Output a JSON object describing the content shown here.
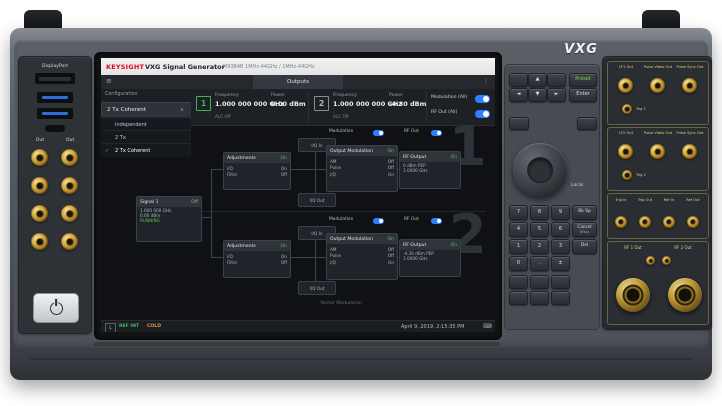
{
  "colors": {
    "brand_red": "#e4002b",
    "accent_green": "#3db24f",
    "toggle_blue": "#2f80ff",
    "warn_orange": "#e09a3e",
    "chassis_gray": "#4d525a"
  },
  "device": {
    "chassis_badge": "VXG"
  },
  "left_panel": {
    "displayport_label": "DisplayPort",
    "out_label_1": "Out",
    "out_label_2": "Out"
  },
  "screen": {
    "titlebar": {
      "brand": "KEYSIGHT",
      "title": "VXG Signal Generator",
      "model": "M9384B    1MHz-44GHz / 1MHz-44GHz"
    },
    "topbar": {
      "menu_icon": "≡",
      "tab": "Outputs",
      "more_icon": "⋮"
    },
    "channels": [
      {
        "num": "1",
        "frequency_label": "Frequency",
        "frequency": "1.000 000 000 GHz",
        "power_label": "Power",
        "power": "0.00 dBm",
        "flags": "ALC Off"
      },
      {
        "num": "2",
        "frequency_label": "Frequency",
        "frequency": "1.000 000 000 GHz",
        "power_label": "Power",
        "power": "-4.30 dBm",
        "flags": "ALC Off"
      }
    ],
    "master": {
      "modulation_label": "Modulation (All)",
      "rfout_label": "RF Out (All)"
    },
    "config": {
      "heading": "Configuration",
      "selected": "2 Tx Coherent",
      "chevron": "∧",
      "check_glyph": "✓",
      "options": [
        "Independent",
        "2 Tx",
        "2 Tx Coherent"
      ]
    },
    "diagram": {
      "signal": {
        "title": "Signal 1",
        "state": "Off",
        "line1": "1.000 000 GHz",
        "line2": "0.00 dBm",
        "status": "RUNNING"
      },
      "rows": [
        {
          "modulation_label": "Modulation",
          "rfout_label": "RF Out",
          "iq_in": "I/Q In",
          "iq_out": "I/Q Out",
          "adj_title": "Adjustments",
          "adj_state": "On",
          "adj_l1k": "I/Q",
          "adj_l1v": "On",
          "adj_l2k": "Filter",
          "adj_l2v": "Off",
          "om_title": "Output Modulation",
          "om_state": "On",
          "om_l1k": "AM",
          "om_l1v": "Off",
          "om_l2k": "Pulse",
          "om_l2v": "Off",
          "om_l3k": "I/Q",
          "om_l3v": "On",
          "rf_title": "RF Output",
          "rf_state": "On",
          "rf_l1": "0 dBm PEP",
          "rf_l2": "1.0000 GHz",
          "watermark": "1"
        },
        {
          "modulation_label": "Modulation",
          "rfout_label": "RF Out",
          "iq_in": "I/Q In",
          "iq_out": "I/Q Out",
          "adj_title": "Adjustments",
          "adj_state": "On",
          "adj_l1k": "I/Q",
          "adj_l1v": "On",
          "adj_l2k": "Filter",
          "adj_l2v": "Off",
          "om_title": "Output Modulation",
          "om_state": "On",
          "om_l1k": "AM",
          "om_l1v": "Off",
          "om_l2k": "Pulse",
          "om_l2v": "Off",
          "om_l3k": "I/Q",
          "om_l3v": "On",
          "rf_title": "RF Output",
          "rf_state": "On",
          "rf_l1": "-4.30 dBm PEP",
          "rf_l2": "1.0000 GHz",
          "watermark": "2"
        }
      ],
      "caption": "Vector Modulation"
    },
    "statusbar": {
      "mode": "L",
      "ref": "REF INT",
      "temp": "COLD",
      "datetime": "April 9, 2019, 2:15:35 PM",
      "keyboard_icon": "⌨"
    }
  },
  "keypad": {
    "nav": [
      "",
      "▲",
      "",
      "◄",
      "▼",
      "►"
    ],
    "preset_label": "Preset",
    "enter_label": "Enter",
    "local_label": "Local",
    "side_left": "",
    "side_right": "",
    "digits": [
      "7",
      "8",
      "9",
      "4",
      "5",
      "6",
      "1",
      "2",
      "3",
      "0",
      ".",
      "±"
    ],
    "bksp_label": "Bk Sp",
    "cancel_label": "Cancel",
    "cancel_sub": "(Esc)",
    "del_label": "Del",
    "extra": [
      "",
      "",
      "",
      "",
      "",
      ""
    ]
  },
  "io_panel": {
    "s1": {
      "l1": "LF1 Out",
      "l2": "Pulse Video Out",
      "l3": "Pulse Sync Out",
      "aux": "Trig 1"
    },
    "s2": {
      "l1": "LF2 Out",
      "l2": "Pulse Video Out",
      "l3": "Pulse Sync Out",
      "aux": "Trig 2"
    },
    "s3": {
      "l1": "Trig In",
      "l2": "Trig Out",
      "l3": "Ref In",
      "l4": "Ref Out"
    },
    "s4": {
      "l1": "RF 1 Out",
      "l2": "RF 2 Out"
    }
  }
}
